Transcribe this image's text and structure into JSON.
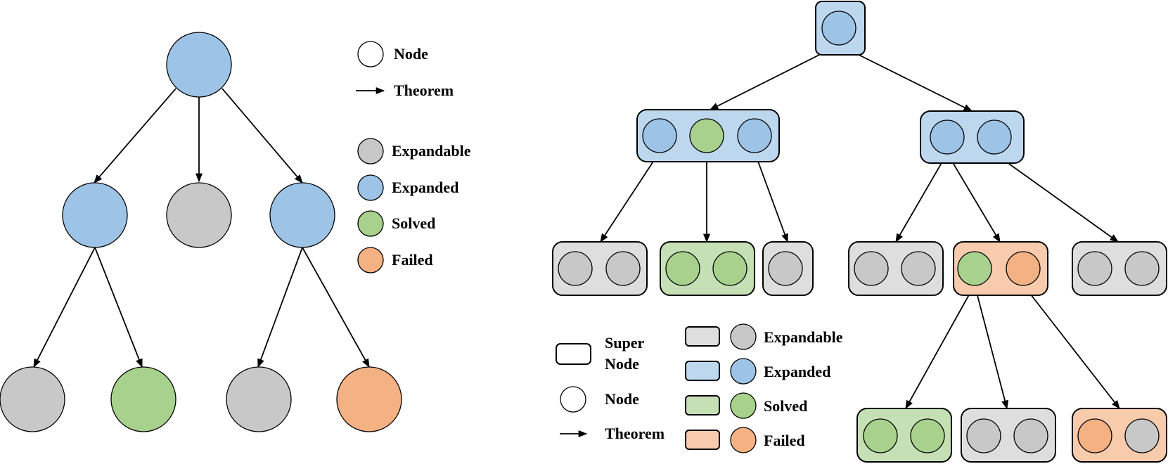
{
  "colors": {
    "expandable": "#c8c8c8",
    "expanded": "#9dc3e6",
    "solved": "#a9d18e",
    "failed": "#f4b183",
    "node_outline": "#000000",
    "box_expandable": "#dedede",
    "box_expanded": "#bdd7ee",
    "box_solved": "#c5e0b4",
    "box_failed": "#f8cbad"
  },
  "left_legend": {
    "node": "Node",
    "theorem": "Theorem",
    "expandable": "Expandable",
    "expanded": "Expanded",
    "solved": "Solved",
    "failed": "Failed"
  },
  "right_legend": {
    "super_node_line1": "Super",
    "super_node_line2": "Node",
    "node": "Node",
    "theorem": "Theorem",
    "expandable": "Expandable",
    "expanded": "Expanded",
    "solved": "Solved",
    "failed": "Failed"
  },
  "left_tree": {
    "nodes": [
      {
        "id": "root",
        "status": "expanded"
      },
      {
        "id": "l1a",
        "status": "expanded"
      },
      {
        "id": "l1b",
        "status": "expandable"
      },
      {
        "id": "l1c",
        "status": "expanded"
      },
      {
        "id": "l2a",
        "status": "expandable"
      },
      {
        "id": "l2b",
        "status": "solved"
      },
      {
        "id": "l2c",
        "status": "expandable"
      },
      {
        "id": "l2d",
        "status": "failed"
      }
    ]
  },
  "right_tree": {
    "super_nodes": [
      {
        "id": "S0",
        "status": "expanded",
        "nodes": [
          "expanded"
        ]
      },
      {
        "id": "S1",
        "status": "expanded",
        "nodes": [
          "expanded",
          "solved",
          "expanded"
        ]
      },
      {
        "id": "S2",
        "status": "expanded",
        "nodes": [
          "expanded",
          "expanded"
        ]
      },
      {
        "id": "S3",
        "status": "expandable",
        "nodes": [
          "expandable",
          "expandable"
        ]
      },
      {
        "id": "S4",
        "status": "solved",
        "nodes": [
          "solved",
          "solved"
        ]
      },
      {
        "id": "S5",
        "status": "expandable",
        "nodes": [
          "expandable"
        ]
      },
      {
        "id": "S6",
        "status": "expandable",
        "nodes": [
          "expandable",
          "expandable"
        ]
      },
      {
        "id": "S7",
        "status": "failed",
        "nodes": [
          "solved",
          "failed"
        ]
      },
      {
        "id": "S8",
        "status": "expandable",
        "nodes": [
          "expandable",
          "expandable"
        ]
      },
      {
        "id": "S9",
        "status": "solved",
        "nodes": [
          "solved",
          "solved"
        ]
      },
      {
        "id": "S10",
        "status": "expandable",
        "nodes": [
          "expandable",
          "expandable"
        ]
      },
      {
        "id": "S11",
        "status": "failed",
        "nodes": [
          "failed",
          "expandable"
        ]
      }
    ]
  }
}
